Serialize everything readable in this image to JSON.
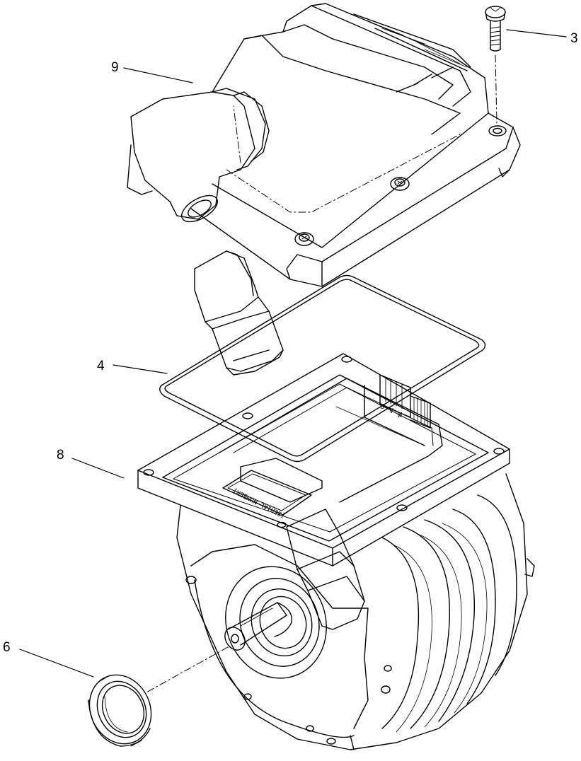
{
  "diagram": {
    "type": "exploded-parts-view",
    "callouts": [
      {
        "id": "screw",
        "label": "3"
      },
      {
        "id": "gasket",
        "label": "4"
      },
      {
        "id": "seal",
        "label": "6"
      },
      {
        "id": "motor",
        "label": "8"
      },
      {
        "id": "cover",
        "label": "9"
      }
    ],
    "serial_plate_text": "[SERIAL NUMBER]",
    "terminal_letters": [
      "U",
      "V",
      "W"
    ]
  }
}
